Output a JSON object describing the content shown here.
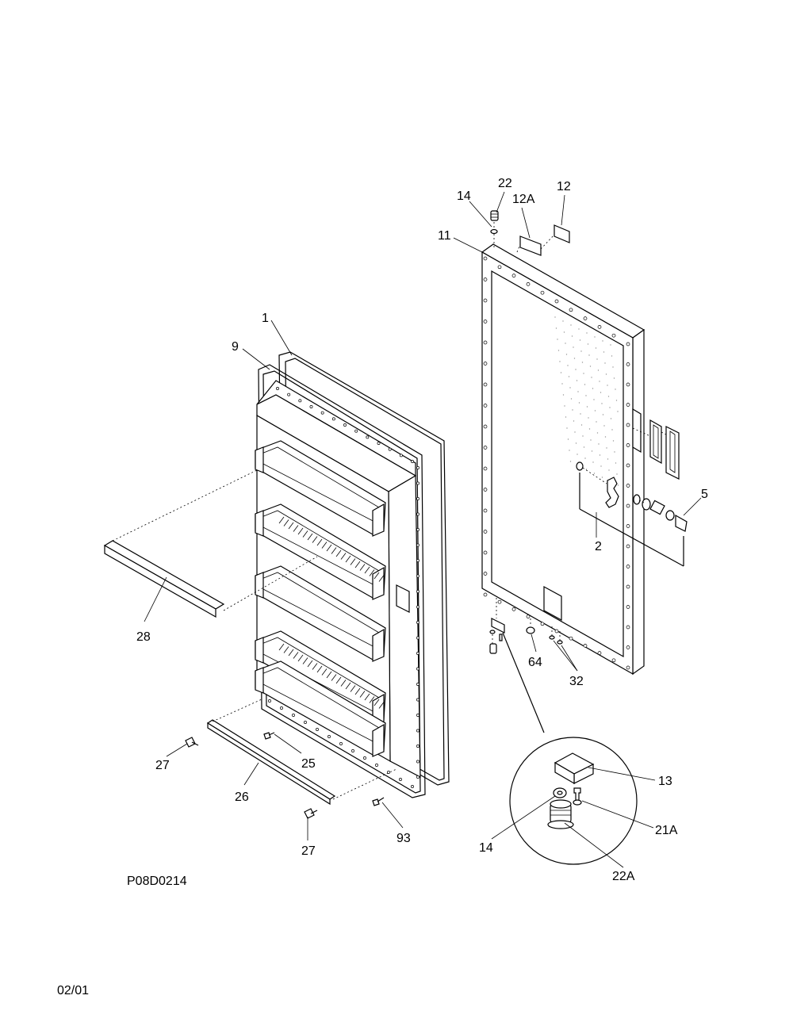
{
  "diagram": {
    "drawing_code": "P08D0214",
    "date": "02/01",
    "callouts": {
      "c1": "1",
      "c9": "9",
      "c11": "11",
      "c14_top": "14",
      "c22": "22",
      "c12a": "12A",
      "c12": "12",
      "c5": "5",
      "c2": "2",
      "c64": "64",
      "c32": "32",
      "c28": "28",
      "c27_left": "27",
      "c25": "25",
      "c26": "26",
      "c27_bottom": "27",
      "c93": "93",
      "c13": "13",
      "c21a": "21A",
      "c14_detail": "14",
      "c22a": "22A"
    }
  }
}
